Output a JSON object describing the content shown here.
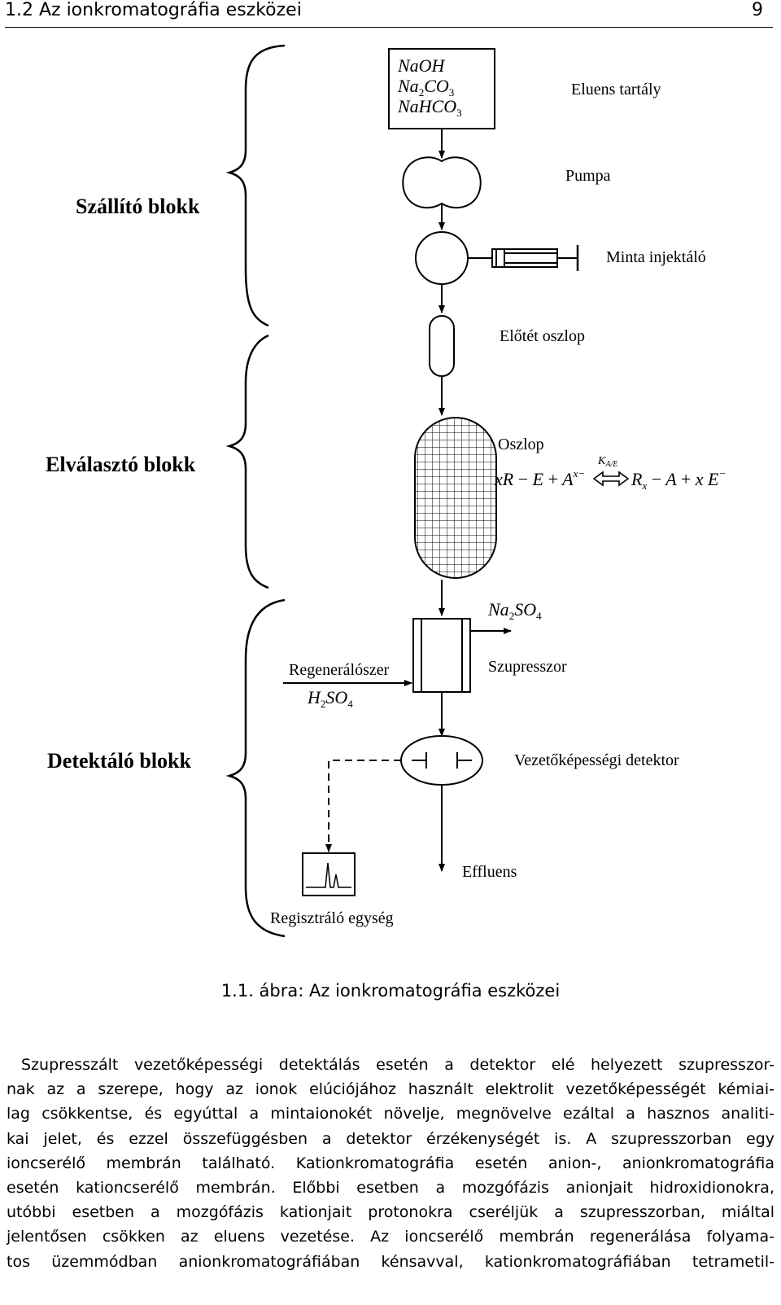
{
  "header": {
    "section_title": "1.2 Az ionkromatográfia eszközei",
    "page_number": "9"
  },
  "figure": {
    "blocks": {
      "transport": "Szállító blokk",
      "separation": "Elválasztó blokk",
      "detection": "Detektáló blokk"
    },
    "tank_contents": [
      "NaOH",
      "Na",
      "2",
      "CO",
      "3",
      "NaHCO",
      "3"
    ],
    "labels": {
      "eluent_tank": "Eluens tartály",
      "pump": "Pumpa",
      "sample_injector": "Minta injektáló",
      "guard_column": "Előtét oszlop",
      "column": "Oszlop",
      "suppressor": "Szupresszor",
      "regenerant": "Regenerálószer",
      "detector": "Vezetőképességi detektor",
      "effluent": "Effluens",
      "recorder": "Regisztráló egység"
    },
    "equation": {
      "k": "K",
      "k_sub": "A/E",
      "lhs1": "xR",
      "m1": "−",
      "e1": "E",
      "p1": "+",
      "a1": "A",
      "a1_sup": "x−",
      "rhs_r": "R",
      "rhs_sub": "x",
      "m2": "−",
      "a2": "A",
      "p2": "+",
      "xe": "x E",
      "e_sup": "−"
    },
    "na2so4": {
      "a": "Na",
      "b": "2",
      "c": "SO",
      "d": "4"
    },
    "h2so4": {
      "a": "H",
      "b": "2",
      "c": "SO",
      "d": "4"
    }
  },
  "caption": "1.1. ábra: Az ionkromatográfia eszközei",
  "paragraph_lines": [
    "Szupresszált vezetőképességi detektálás esetén a detektor elé helyezett szupresszor-",
    "nak az a szerepe, hogy az ionok elúciójához használt elektrolit vezetőképességét kémiai-",
    "lag csökkentse, és egyúttal a mintaionokét növelje, megnövelve ezáltal a hasznos analiti-",
    "kai jelet, és ezzel összefüggésben a detektor érzékenységét is. A szupresszorban egy",
    "ioncserélő membrán található. Kationkromatográfia esetén anion-, anionkromatográfia",
    "esetén kationcserélő membrán. Előbbi esetben a mozgófázis anionjait hidroxidionokra,",
    "utóbbi esetben a mozgófázis kationjait protonokra cseréljük a szupresszorban, miáltal",
    "jelentősen csökken az eluens vezetése. Az ioncserélő membrán regenerálása folyama-",
    "tos üzemmódban anionkromatográfiában kénsavval, kationkromatográfiában tetrametil-"
  ]
}
